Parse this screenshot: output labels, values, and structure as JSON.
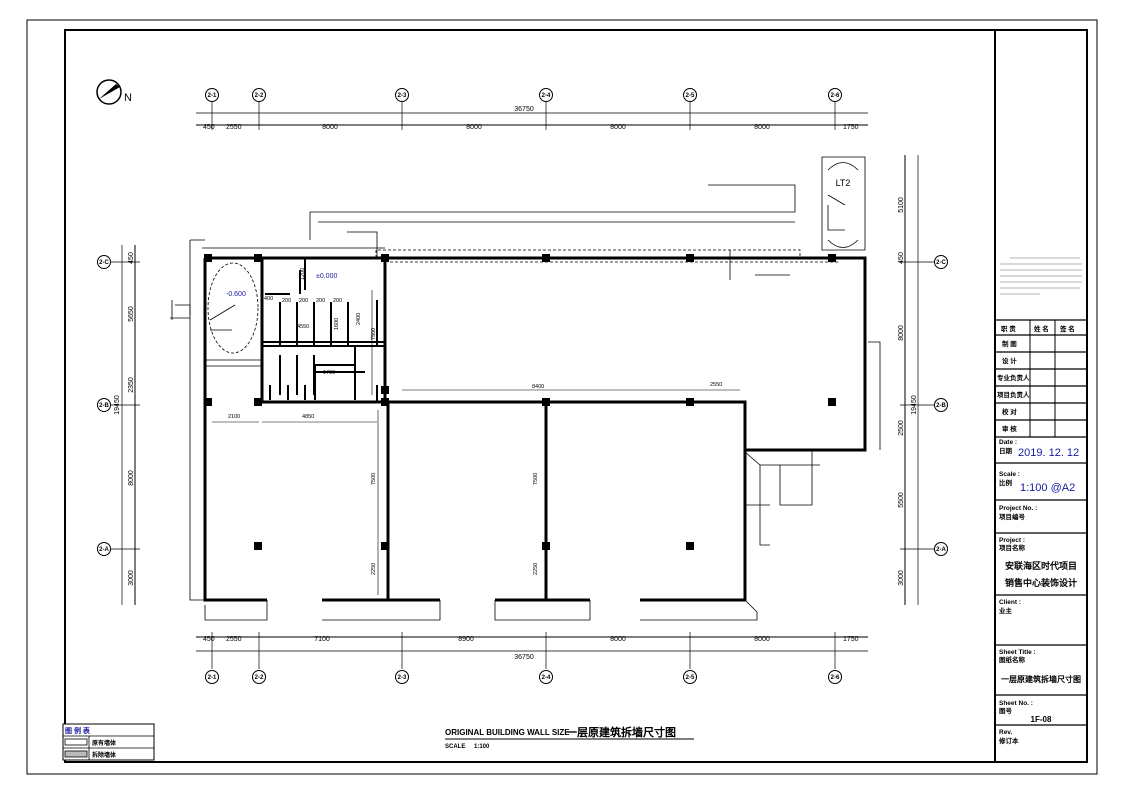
{
  "north_label": "N",
  "grid": {
    "columns": [
      "2-1",
      "2-2",
      "2-3",
      "2-4",
      "2-5",
      "2-6"
    ],
    "rows": [
      "2-C",
      "2-B",
      "2-A"
    ]
  },
  "dimensions": {
    "top_total": "36750",
    "top_segments": [
      "450",
      "2550",
      "8000",
      "8000",
      "8000",
      "8000",
      "1750"
    ],
    "bottom_total": "36750",
    "bottom_segments": [
      "450",
      "2550",
      "7100",
      "8900",
      "8000",
      "8000",
      "1750"
    ],
    "left_total": "19450",
    "left_segments": [
      "450",
      "5650",
      "2350",
      "8000",
      "3000"
    ],
    "right_total": "19450",
    "right_segments": [
      "5100",
      "450",
      "8000",
      "2500",
      "5500",
      "3000"
    ],
    "interior": [
      "2100",
      "4850",
      "8400",
      "2550",
      "7500",
      "7500",
      "7500",
      "2250",
      "2250",
      "1200",
      "2400",
      "1600",
      "1700",
      "400",
      "200",
      "200",
      "200",
      "200",
      "200",
      "4550"
    ]
  },
  "levels": {
    "stair": "-0.600",
    "floor": "±0.000"
  },
  "elevator_label": "LT2",
  "legend": {
    "title": "图 例 表",
    "items": [
      "原有墙体",
      "拆除墙体"
    ]
  },
  "drawing_title": {
    "english": "ORIGINAL BUILDING WALL SIZE",
    "chinese": "一层原建筑拆墙尺寸图",
    "scale_label": "SCALE",
    "scale_value": "1:100"
  },
  "title_block": {
    "header": [
      "职 责",
      "姓 名",
      "签 名"
    ],
    "roles": [
      "制 图",
      "设 计",
      "专业负责人",
      "项目负责人",
      "校 对",
      "审 核"
    ],
    "date_label": "Date :",
    "date_label_cn": "日期",
    "date": "2019. 12. 12",
    "scale_label": "Scale :",
    "scale_label_cn": "比例",
    "scale": "1:100 @A2",
    "project_no_label": "Project No. :",
    "project_no_label_cn": "项目编号",
    "project_label": "Project :",
    "project_label_cn": "项目名称",
    "project_line1": "安联海区时代项目",
    "project_line2": "销售中心装饰设计",
    "client_label": "Client :",
    "client_value": "业主",
    "sheet_title_label": "Sheet Title :",
    "sheet_title_label_cn": "图纸名称",
    "sheet_title": "一层原建筑拆墙尺寸图",
    "sheet_no_label": "Sheet No. :",
    "sheet_no_label_cn": "图号",
    "sheet_no": "1F-08",
    "rev_label": "Rev.",
    "rev_label_cn": "修订本"
  }
}
